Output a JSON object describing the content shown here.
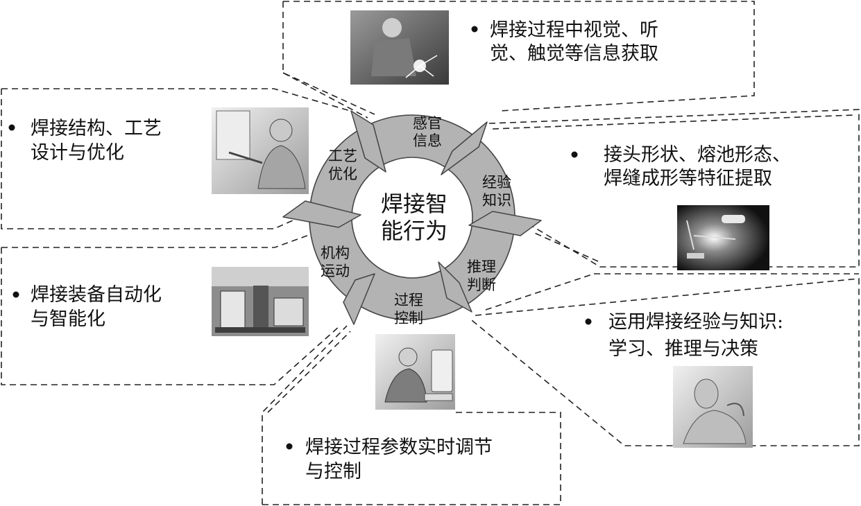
{
  "center": {
    "line1": "焊接智",
    "line2": "能行为"
  },
  "cycle": [
    {
      "id": "sense",
      "line1": "感官",
      "line2": "信息"
    },
    {
      "id": "know",
      "line1": "经验",
      "line2": "知识"
    },
    {
      "id": "reason",
      "line1": "推理",
      "line2": "判断"
    },
    {
      "id": "control",
      "line1": "过程",
      "line2": "控制"
    },
    {
      "id": "motion",
      "line1": "机构",
      "line2": "运动"
    },
    {
      "id": "process",
      "line1": "工艺",
      "line2": "优化"
    }
  ],
  "boxes": [
    {
      "id": "top",
      "line1": "焊接过程中视觉、听",
      "line2": "觉、触觉等信息获取",
      "icon": "welder-photo-icon"
    },
    {
      "id": "right-upper",
      "line1": "接头形状、熔池形态、",
      "line2": "焊缝成形等特征提取",
      "icon": "weld-pool-image-icon"
    },
    {
      "id": "right-lower",
      "line1": "运用焊接经验与知识:",
      "line2": "学习、推理与决策",
      "icon": "thinking-man-icon"
    },
    {
      "id": "bottom",
      "line1": "焊接过程参数实时调节",
      "line2": "与控制",
      "icon": "operator-computer-icon"
    },
    {
      "id": "left-lower",
      "line1": "焊接装备自动化",
      "line2": "与智能化",
      "icon": "welding-equipment-icon"
    },
    {
      "id": "left-upper",
      "line1": "焊接结构、工艺",
      "line2": "设计与优化",
      "icon": "presenter-icon"
    }
  ],
  "colors": {
    "ring": "#b3b3b3",
    "ring_stroke": "#444444",
    "dash": "#222222"
  }
}
